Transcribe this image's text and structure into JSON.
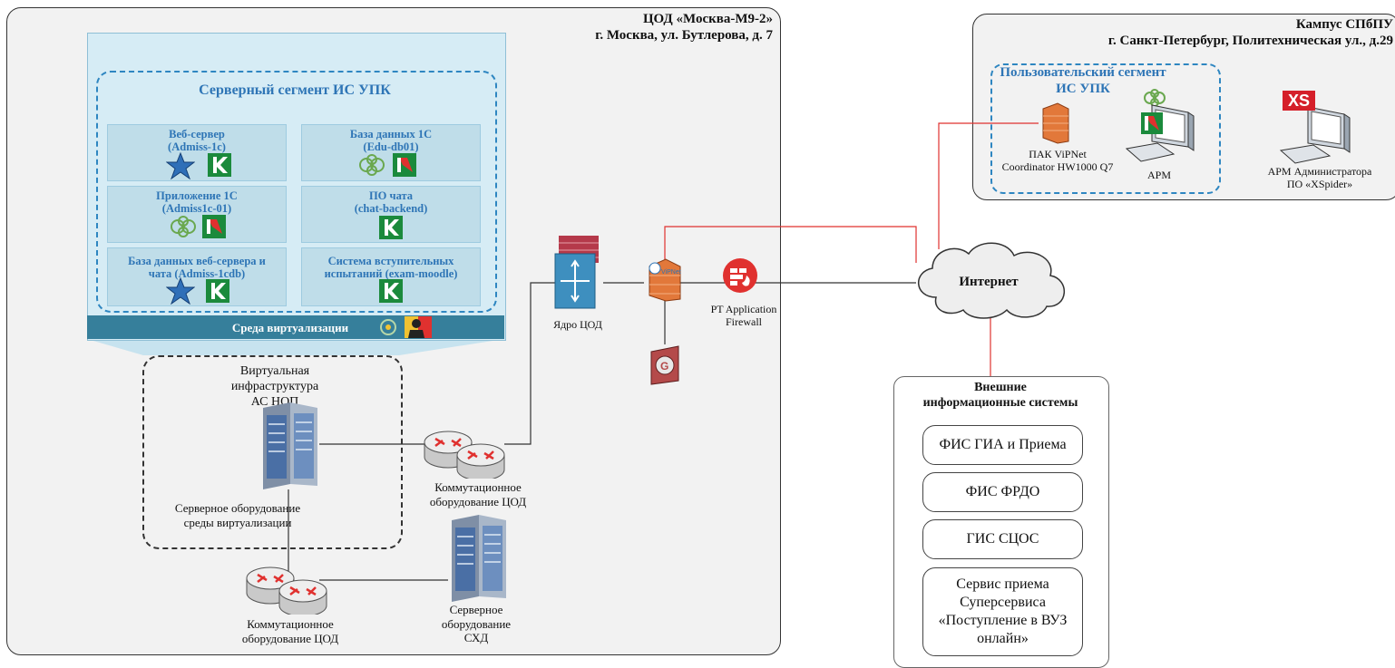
{
  "datacenter": {
    "title_line1": "ЦОД «Москва-М9-2»",
    "title_line2": "г. Москва, ул. Бутлерова, д. 7",
    "server_segment_title": "Серверный сегмент ИС УПК",
    "servers": [
      {
        "line1": "Веб-сервер",
        "line2": "(Admiss-1c)"
      },
      {
        "line1": "База данных 1С",
        "line2": "(Edu-db01)"
      },
      {
        "line1": "Приложение 1С",
        "line2": "(Admiss1c-01)"
      },
      {
        "line1": "ПО чата",
        "line2": "(chat-backend)"
      },
      {
        "line1": "База данных веб-сервера и",
        "line2": "чата (Admiss-1cdb)"
      },
      {
        "line1": "Система вступительных",
        "line2": "испытаний (exam-moodle)"
      }
    ],
    "virtualization_label": "Среда виртуализации",
    "virtual_infra_line1": "Виртуальная",
    "virtual_infra_line2": "инфраструктура",
    "virtual_infra_line3": "АС НОП",
    "virt_hw_line1": "Серверное оборудование",
    "virt_hw_line2": "среды виртуализации",
    "core_label": "Ядро ЦОД",
    "switch_right_line1": "Коммутационное",
    "switch_right_line2": "оборудование ЦОД",
    "switch_left_line1": "Коммутационное",
    "switch_left_line2": "оборудование ЦОД",
    "storage_line1": "Серверное",
    "storage_line2": "оборудование",
    "storage_line3": "СХД",
    "waf_line1": "PT Application",
    "waf_line2": "Firewall",
    "vipnet_icon_text": "ViPNet",
    "g_icon_text": "G"
  },
  "campus": {
    "title_line1": "Кампус СПбПУ",
    "title_line2": "г. Санкт-Петербург, Политехническая ул., д.29",
    "user_segment_line1": "Пользовательский сегмент",
    "user_segment_line2": "ИС УПК",
    "coordinator_line1": "ПАК ViPNet",
    "coordinator_line2": "Coordinator HW1000 Q7",
    "arm_label": "АРМ",
    "admin_line1": "АРМ Администратора",
    "admin_line2": "ПО «XSpider»",
    "xs_logo": "XS"
  },
  "internet_label": "Интернет",
  "external": {
    "title_line1": "Внешние",
    "title_line2": "информационные системы",
    "systems": [
      {
        "lines": [
          "ФИС ГИА и Приема"
        ]
      },
      {
        "lines": [
          "ФИС ФРДО"
        ]
      },
      {
        "lines": [
          "ГИС СЦОС"
        ]
      },
      {
        "lines": [
          "Сервис приема",
          "Суперсервиса",
          "«Поступление в ВУЗ",
          "онлайн»"
        ]
      }
    ]
  },
  "colors": {
    "link_red": "#e0312f",
    "segment_blue": "#2e75b6",
    "virt_bar": "#367f9b",
    "kaspersky_green": "#1b8a3c"
  }
}
